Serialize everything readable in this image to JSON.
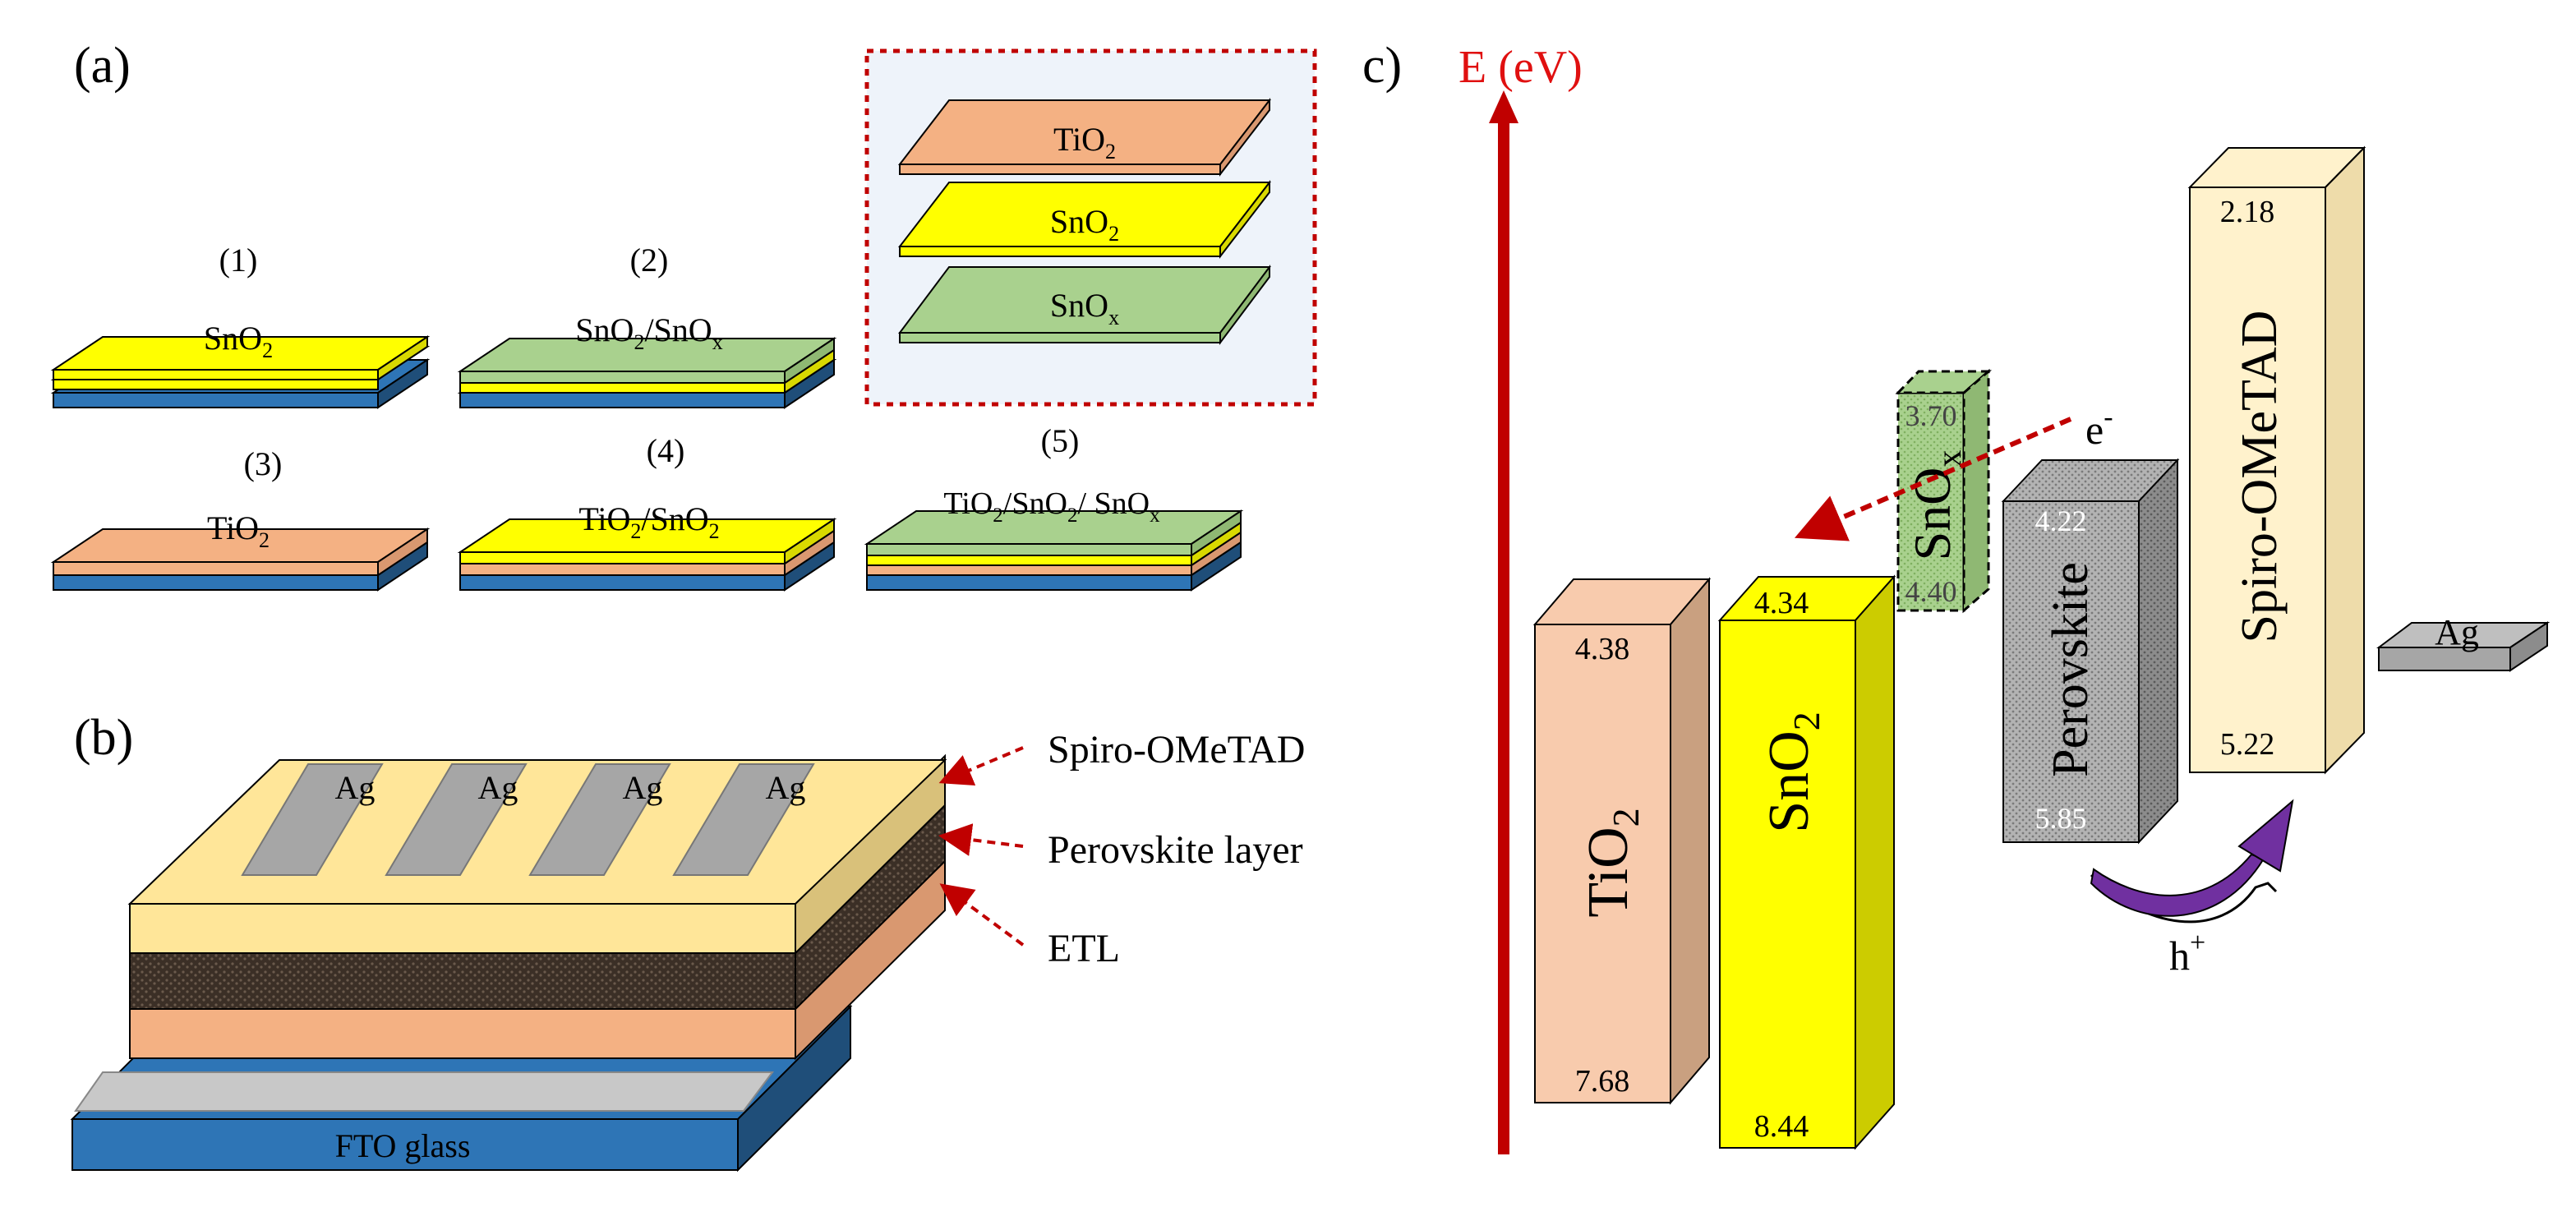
{
  "panel_a": {
    "tag": "(a)",
    "samples": [
      {
        "number": "(1)",
        "layer": "SnO",
        "sub": "2",
        "rest": ""
      },
      {
        "number": "(2)",
        "layer": "SnO",
        "sub": "2",
        "rest": "/SnO",
        "sub2": "x"
      },
      {
        "number": "(3)",
        "layer": "TiO",
        "sub": "2",
        "rest": ""
      },
      {
        "number": "(4)",
        "layer": "TiO",
        "sub": "2",
        "rest": "/SnO",
        "sub2": "2"
      },
      {
        "number": "(5)",
        "layer": "TiO",
        "sub": "2",
        "rest": "/SnO",
        "sub2": "2",
        "rest2": "/ SnO",
        "sub3": "x"
      }
    ],
    "stack": [
      {
        "name": "TiO",
        "sub": "2"
      },
      {
        "name": "SnO",
        "sub": "2"
      },
      {
        "name": "SnO",
        "sub": "x"
      }
    ]
  },
  "panel_b": {
    "tag": "(b)",
    "electrode_label": "Ag",
    "substrate_label": "FTO glass",
    "callouts": [
      "Spiro-OMeTAD",
      "Perovskite layer",
      "ETL"
    ]
  },
  "panel_c": {
    "tag": "c)",
    "axis_label": "E (eV)",
    "bands": [
      {
        "material": "TiO",
        "sub": "2",
        "top": "4.38",
        "bottom": "7.68"
      },
      {
        "material": "SnO",
        "sub": "2",
        "top": "4.34",
        "bottom": "8.44"
      },
      {
        "material": "SnO",
        "sub": "x",
        "top": "3.70",
        "bottom": "4.40"
      },
      {
        "material": "Perovskite",
        "sub": "",
        "top": "4.22",
        "bottom": "5.85"
      },
      {
        "material": "Spiro-OMeTAD",
        "sub": "",
        "top": "2.18",
        "bottom": "5.22"
      },
      {
        "material": "Ag",
        "sub": "",
        "top": "",
        "bottom": ""
      }
    ],
    "electron_label": "e",
    "electron_sup": "-",
    "hole_label": "h",
    "hole_sup": "+"
  },
  "colors": {
    "sno2": "#ffff00",
    "snox": "#a9d18e",
    "tio2": "#f4b183",
    "fto": "#2e75b6",
    "spiro": "#ffe699",
    "perovskite": "#3a2e25",
    "ag": "#a6a6a6",
    "highlight_border": "#c00000",
    "arrow_red": "#c00000",
    "hole_arrow": "#7030a0"
  }
}
